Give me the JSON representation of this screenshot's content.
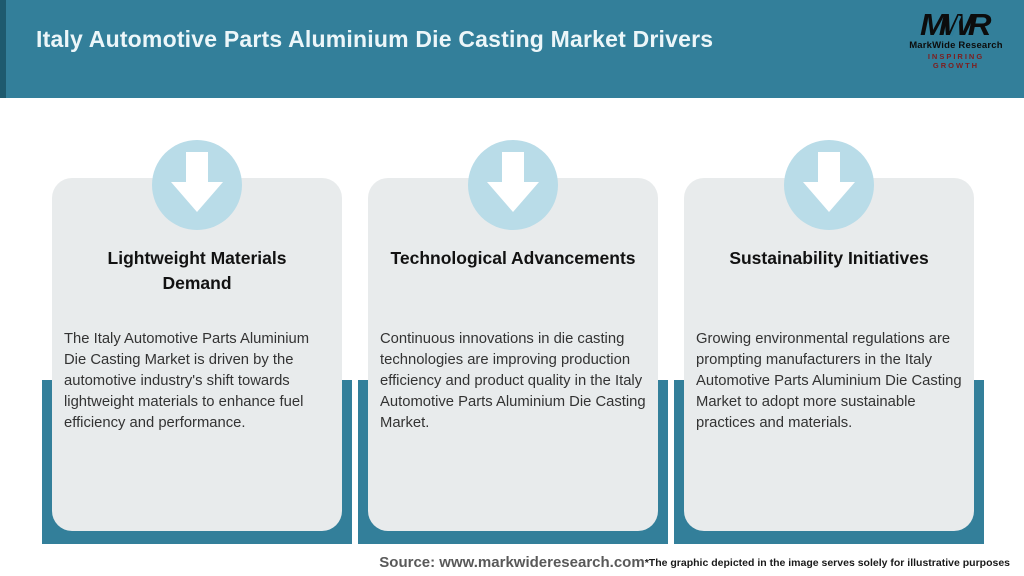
{
  "header": {
    "title": "Italy Automotive Parts Aluminium Die Casting Market Drivers"
  },
  "logo": {
    "acronym": "MWR",
    "name": "MarkWide Research",
    "tagline": "INSPIRING GROWTH"
  },
  "cards": [
    {
      "icon": "down-arrow-icon",
      "title": "Lightweight Materials\nDemand",
      "body": "The Italy Automotive Parts Aluminium Die Casting Market is driven by the automotive industry's shift towards lightweight materials to enhance fuel efficiency and performance."
    },
    {
      "icon": "down-arrow-icon",
      "title": "Technological Advancements",
      "body": "Continuous innovations in die casting technologies are improving production efficiency and product quality in the Italy Automotive Parts Aluminium Die Casting Market."
    },
    {
      "icon": "down-arrow-icon",
      "title": "Sustainability Initiatives",
      "body": "Growing environmental regulations are prompting manufacturers in the Italy Automotive Parts Aluminium Die Casting Market to adopt more sustainable practices and materials."
    }
  ],
  "footer": {
    "source": "Source: www.markwideresearch.com",
    "disclaimer": "*The graphic depicted in the image serves solely for illustrative purposes"
  },
  "colors": {
    "header_teal": "#337f9a",
    "header_edge_dark": "#1e5a6e",
    "card_background": "#e8ebec",
    "circle_blue": "#b9dce8",
    "arrow_white": "#ffffff",
    "band_teal": "#337f9a",
    "source_gray": "#595959",
    "tagline_red": "#7f1d1d"
  }
}
